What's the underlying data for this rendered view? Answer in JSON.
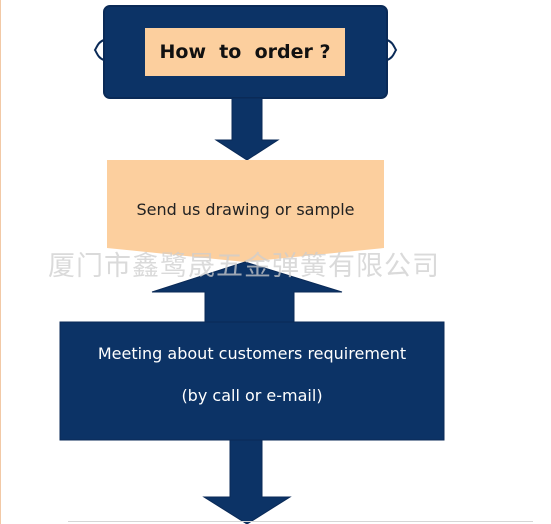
{
  "flowchart": {
    "title": "How  to  order ?",
    "steps": [
      {
        "label": "Send us drawing or sample"
      },
      {
        "label_line1": "Meeting about customers requirement",
        "label_line2": "(by call or e-mail)"
      }
    ]
  },
  "watermark": {
    "text": "厦门市鑫鹭晟五金弹簧有限公司"
  },
  "colors": {
    "navy": "#0c3366",
    "navy_border": "#0a2a57",
    "peach": "#fccf9e",
    "watermark": "#cdcdcd"
  }
}
